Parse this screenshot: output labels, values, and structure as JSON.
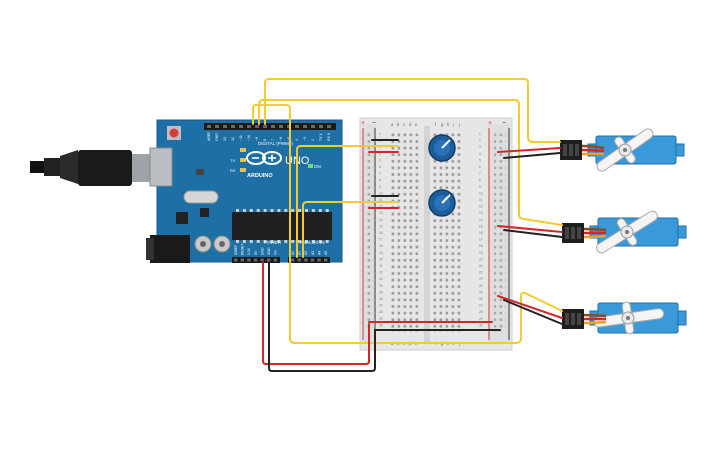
{
  "arduino": {
    "brand": "ARDUINO",
    "model": "UNO",
    "digital_label": "DIGITAL (PWM~)",
    "analog_label": "ANALOG IN",
    "power_label": "POWER",
    "on_label": "ON",
    "tx_label": "TX",
    "rx_label": "RX",
    "digital_pins": [
      "AREF",
      "GND",
      "13",
      "12",
      "~11",
      "~10",
      "~9",
      "8",
      "7",
      "~6",
      "~5",
      "4",
      "~3",
      "2",
      "TX 1",
      "RX 0"
    ],
    "power_pins": [
      "IOREF",
      "RESET",
      "3.3V",
      "5V",
      "GND",
      "GND",
      "Vin"
    ],
    "analog_pins": [
      "A0",
      "A1",
      "A2",
      "A3",
      "A4",
      "A5"
    ]
  },
  "breadboard": {
    "columns_left": [
      "a",
      "b",
      "c",
      "d",
      "e"
    ],
    "columns_right": [
      "f",
      "g",
      "h",
      "i",
      "j"
    ],
    "rail_plus": "+",
    "rail_minus": "−",
    "rows": 30
  },
  "colors": {
    "board": "#1d6fa5",
    "wire_signal": "#f2cc2e",
    "wire_power": "#d42626",
    "wire_ground": "#222222",
    "servo_body": "#3a9ad9",
    "pot_knob": "#1e5c9a"
  }
}
